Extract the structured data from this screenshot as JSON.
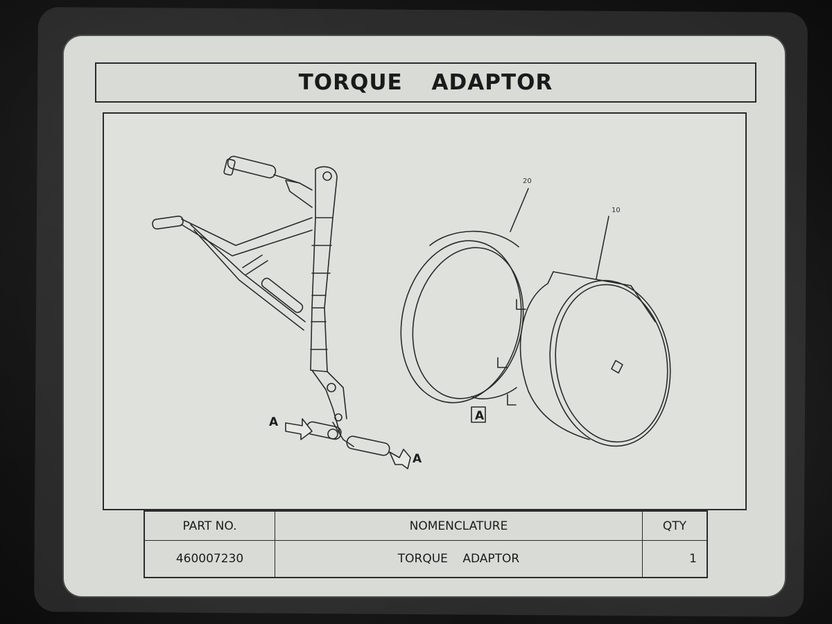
{
  "placard": {
    "title": "TORQUE    ADAPTOR",
    "drawing": {
      "view_label": "A",
      "arrow_label_left": "A",
      "arrow_label_right": "A",
      "item_20": "20",
      "item_10": "10"
    },
    "table": {
      "headers": {
        "part_no": "PART NO.",
        "nomenclature": "NOMENCLATURE",
        "qty": "QTY"
      },
      "row": {
        "part_no": "460007230",
        "nomenclature": "TORQUE ADAPTOR",
        "qty": "1"
      }
    }
  }
}
